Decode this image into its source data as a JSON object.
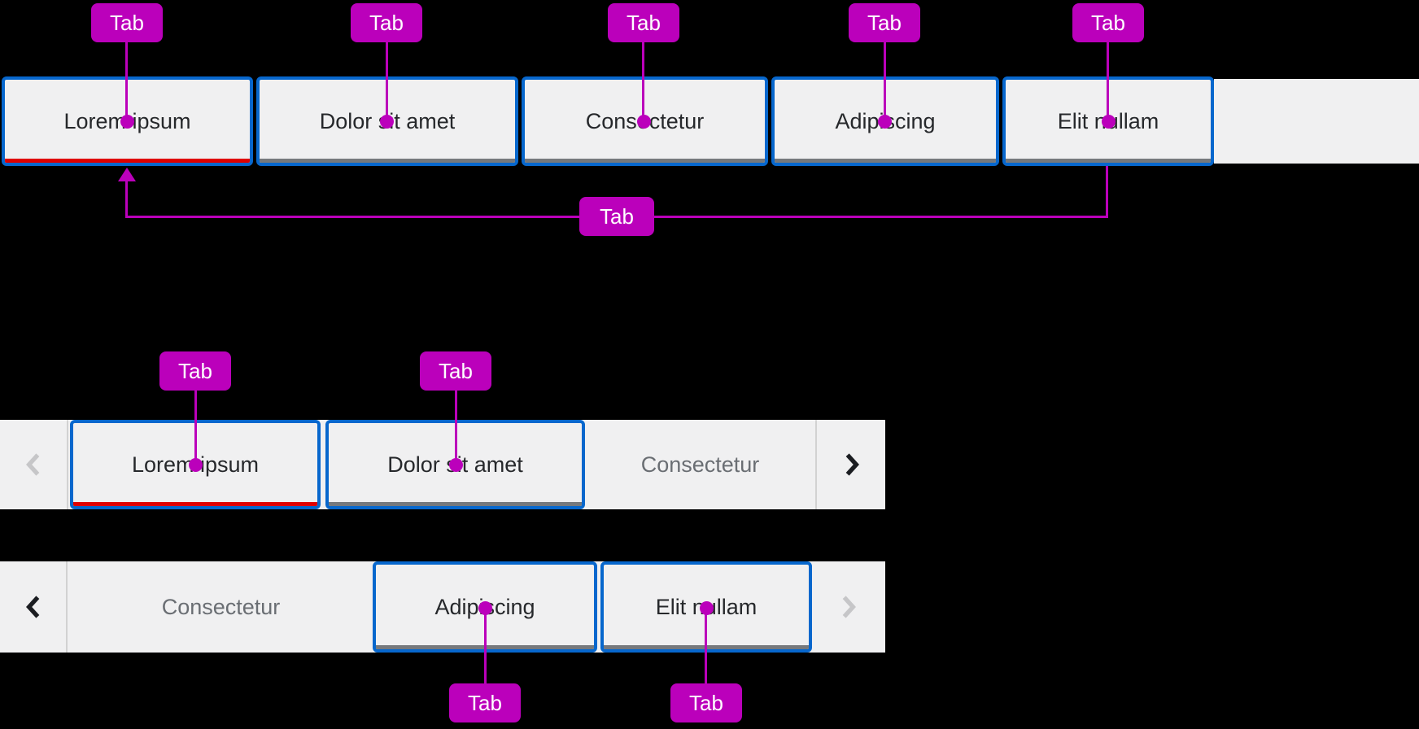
{
  "annotation": {
    "label": "Tab",
    "badge_color": "#bb00bb",
    "line_color": "#bb00bb",
    "highlight_border_color": "#0767cd"
  },
  "tab_bar_full": {
    "tabs": [
      {
        "label": "Lorem ipsum",
        "active": true
      },
      {
        "label": "Dolor sit amet",
        "active": false
      },
      {
        "label": "Consectetur",
        "active": false
      },
      {
        "label": "Adipiscing",
        "active": false
      },
      {
        "label": "Elit nullam",
        "active": false
      }
    ]
  },
  "tab_bar_overflow_start": {
    "scroll_back_disabled": true,
    "scroll_forward_disabled": false,
    "tabs": [
      {
        "label": "Lorem ipsum",
        "active": true,
        "partially_hidden": false
      },
      {
        "label": "Dolor sit amet",
        "active": false,
        "partially_hidden": false
      },
      {
        "label": "Consectetur",
        "active": false,
        "partially_hidden": true
      }
    ]
  },
  "tab_bar_overflow_end": {
    "scroll_back_disabled": false,
    "scroll_forward_disabled": true,
    "tabs": [
      {
        "label": "Consectetur",
        "active": false,
        "partially_hidden": true
      },
      {
        "label": "Adipiscing",
        "active": false,
        "partially_hidden": false
      },
      {
        "label": "Elit nullam",
        "active": false,
        "partially_hidden": false
      }
    ]
  },
  "colors": {
    "active_indicator": "#e00000",
    "inactive_indicator": "#76797d",
    "tab_background": "#f0f0f1",
    "tab_text": "#26282b",
    "muted_tab_text": "#6a6e73",
    "chevron_enabled": "#1b1d21",
    "chevron_disabled": "#c6c6c8",
    "background": "#000000"
  }
}
